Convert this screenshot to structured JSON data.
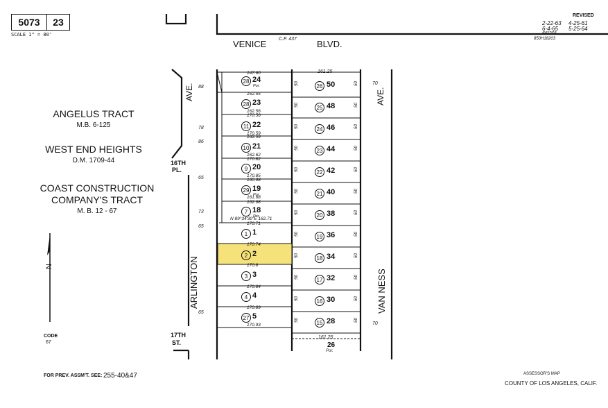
{
  "header": {
    "book": "5073",
    "page": "23",
    "scale": "SCALE 1\" = 80'"
  },
  "revised": {
    "title": "REVISED",
    "entries": [
      "2-22-63",
      "6-4-65",
      "66I201",
      "850H18203",
      "4-25-61",
      "5-25-64"
    ]
  },
  "tracts": [
    {
      "name": "ANGELUS TRACT",
      "ref": "M.B. 6-125"
    },
    {
      "name": "WEST END HEIGHTS",
      "ref": "D.M. 1709-44"
    },
    {
      "name": "COAST CONSTRUCTION",
      "name2": "COMPANY'S TRACT",
      "ref": "M. B. 12 - 67"
    }
  ],
  "streets": {
    "top": "VENICE",
    "top2": "BLVD.",
    "cf": "C.F. 437",
    "left": "ARLINGTON",
    "left_ave": "AVE.",
    "right": "VAN NESS",
    "right_ave": "AVE.",
    "pl_16": "16TH",
    "pl_16b": "PL.",
    "st_17": "17TH",
    "st_17b": "ST."
  },
  "left_dims": [
    "88",
    "78",
    "86",
    "65",
    "73",
    "65",
    "65"
  ],
  "left_lots": [
    {
      "circle": "28",
      "lot": "24",
      "sub": "Por.",
      "top": "147.60",
      "bot": ""
    },
    {
      "circle": "28",
      "lot": "23",
      "sub": "",
      "top": "162.55",
      "bot": "162.56"
    },
    {
      "circle": "11",
      "lot": "22",
      "sub": "",
      "top": "170.56",
      "bot": "170.59"
    },
    {
      "circle": "10",
      "lot": "21",
      "sub": "",
      "top": "162.59",
      "bot": "162.62"
    },
    {
      "circle": "9",
      "lot": "20",
      "sub": "",
      "top": "170.82",
      "bot": "170.85"
    },
    {
      "circle": "29",
      "lot": "19",
      "sub": "Por.",
      "top": "160.98",
      "bot": "161.68"
    },
    {
      "circle": "7",
      "lot": "18",
      "sub": "Por.",
      "top": "162.68",
      "bot": "N 89°34'30\"E 162.71"
    },
    {
      "circle": "1",
      "lot": "1",
      "sub": "",
      "top": "170.71",
      "bot": ""
    },
    {
      "circle": "2",
      "lot": "2",
      "sub": "",
      "top": "170.74",
      "bot": ""
    },
    {
      "circle": "3",
      "lot": "3",
      "sub": "",
      "top": "170.8",
      "bot": ""
    },
    {
      "circle": "4",
      "lot": "4",
      "sub": "",
      "top": "170.84",
      "bot": ""
    },
    {
      "circle": "27",
      "lot": "5",
      "sub": "",
      "top": "170.89",
      "bot": "170.93"
    }
  ],
  "right_lots": [
    {
      "circle": "26",
      "lot": "50"
    },
    {
      "circle": "25",
      "lot": "48"
    },
    {
      "circle": "24",
      "lot": "46"
    },
    {
      "circle": "23",
      "lot": "44"
    },
    {
      "circle": "22",
      "lot": "42"
    },
    {
      "circle": "21",
      "lot": "40"
    },
    {
      "circle": "20",
      "lot": "38"
    },
    {
      "circle": "19",
      "lot": "36"
    },
    {
      "circle": "18",
      "lot": "34"
    },
    {
      "circle": "17",
      "lot": "32"
    },
    {
      "circle": "16",
      "lot": "30"
    },
    {
      "circle": "15",
      "lot": "28"
    }
  ],
  "right_top": "161.25",
  "right_bottom": "161.25",
  "right_dim_70": "70",
  "bottom_lot": "26",
  "bottom_lot_sub": "Por.",
  "dims_50": "50",
  "code_label": "CODE",
  "code_value": "67",
  "prev_label": "FOR PREV. ASSM'T. SEE:",
  "prev_value": "255-40&47",
  "footer_title": "ASSESSOR'S MAP",
  "footer_sub": "COUNTY OF LOS ANGELES, CALIF.",
  "north_label": "N",
  "highlight_color": "#f6e27a"
}
